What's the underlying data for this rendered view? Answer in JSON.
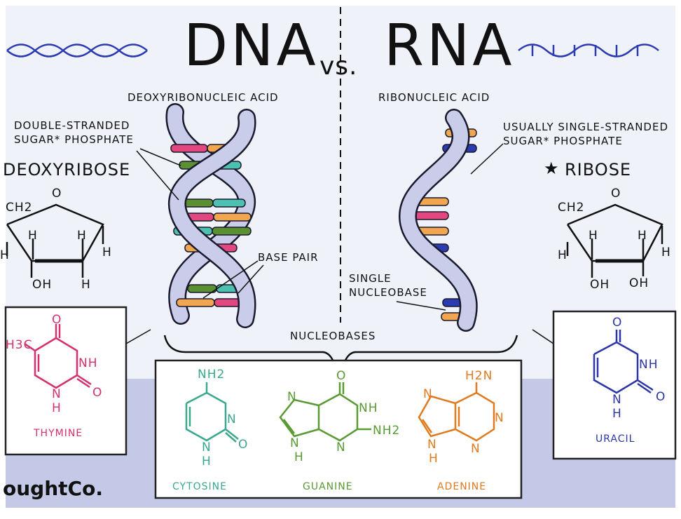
{
  "title": {
    "left": "DNA",
    "vs": "vs.",
    "right": "RNA"
  },
  "dna": {
    "full_name": "DEOXYRIBONUCLEIC ACID",
    "strand_label_1": "DOUBLE-STRANDED",
    "strand_label_2": "SUGAR* PHOSPHATE",
    "sugar": "DEOXYRIBOSE",
    "base_pair": "BASE PAIR",
    "sugar_atoms": {
      "ch2": "CH2",
      "o": "O",
      "h": "H",
      "oh": "OH"
    }
  },
  "rna": {
    "full_name": "RIBONUCLEIC ACID",
    "strand_label_1": "USUALLY SINGLE-STRANDED",
    "strand_label_2": "SUGAR* PHOSPHATE",
    "sugar": "RIBOSE",
    "star": "★",
    "single_1": "SINGLE",
    "single_2": "NUCLEOBASE",
    "sugar_atoms": {
      "ch2": "CH2",
      "o": "O",
      "h": "H",
      "oh": "OH"
    }
  },
  "nucleobases_label": "NUCLEOBASES",
  "bases": {
    "thymine": {
      "name": "THYMINE",
      "atoms": [
        "H3C",
        "O",
        "NH",
        "N",
        "H",
        "O"
      ],
      "color": "#d6306f"
    },
    "cytosine": {
      "name": "CYTOSINE",
      "atoms": [
        "NH2",
        "N",
        "O",
        "N",
        "H"
      ],
      "color": "#3aa88f"
    },
    "guanine": {
      "name": "GUANINE",
      "atoms": [
        "O",
        "NH",
        "N",
        "NH2",
        "N",
        "N",
        "H"
      ],
      "color": "#5a9a32"
    },
    "adenine": {
      "name": "ADENINE",
      "atoms": [
        "H2N",
        "N",
        "N",
        "N",
        "N",
        "H"
      ],
      "color": "#e07a1f"
    },
    "uracil": {
      "name": "URACIL",
      "atoms": [
        "O",
        "NH",
        "O",
        "N",
        "H"
      ],
      "color": "#2b35a8"
    }
  },
  "brand": "oughtCo.",
  "colors": {
    "helix": "#c9cdea",
    "helix_stroke": "#1a1a2e",
    "band": "#c3c9e6",
    "panel": "#eef0f9",
    "pink": "#e2487f",
    "teal": "#4cc1b0",
    "green": "#5a8f32",
    "orange": "#f1a64f",
    "blue": "#2b3bb0"
  }
}
